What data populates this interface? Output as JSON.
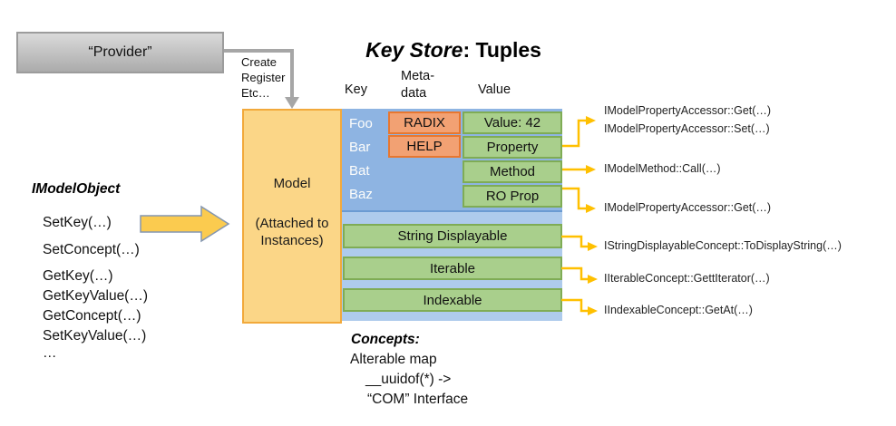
{
  "colors": {
    "provider_fill_top": "#DADADA",
    "provider_fill_bottom": "#ABABAB",
    "provider_border": "#9C9C9C",
    "gray_arrow": "#A6A6A6",
    "model_fill": "#FBD687",
    "model_border": "#F2A93B",
    "key_area_fill": "#8EB4E2",
    "concept_area_fill": "#AECBEC",
    "metadata_fill": "#F2A173",
    "metadata_border": "#E8772F",
    "value_fill": "#A9CF8C",
    "value_border": "#7FAC55",
    "connector_yellow": "#FFC000",
    "block_arrow_fill": "#FBCB4F",
    "block_arrow_border": "#8496B0"
  },
  "provider": {
    "label": "“Provider”"
  },
  "provider_arrow_note": {
    "lines": [
      "Create",
      "Register",
      "Etc…"
    ]
  },
  "title": {
    "italic": "Key Store",
    "rest": ": Tuples"
  },
  "column_headers": {
    "key": "Key",
    "meta_line1": "Meta-",
    "meta_line2": "data",
    "value": "Value"
  },
  "model_box": {
    "title": "Model",
    "subtitle": "(Attached to Instances)"
  },
  "key_store": {
    "keys": [
      "Foo",
      "Bar",
      "Bat",
      "Baz"
    ],
    "metadata": [
      "RADIX",
      "HELP"
    ],
    "values": [
      "Value: 42",
      "Property",
      "Method",
      "RO Prop"
    ],
    "concepts": [
      "String Displayable",
      "Iterable",
      "Indexable"
    ]
  },
  "imodelobject": {
    "title": "IModelObject",
    "methods": [
      "SetKey(…)",
      "SetConcept(…)",
      "GetKey(…)",
      "GetKeyValue(…)",
      "GetConcept(…)",
      "SetKeyValue(…)",
      "…"
    ]
  },
  "interface_labels": {
    "property_get": "IModelPropertyAccessor::Get(…)",
    "property_set": "IModelPropertyAccessor::Set(…)",
    "method_call": "IModelMethod::Call(…)",
    "ro_prop_get": "IModelPropertyAccessor::Get(…)",
    "string_displayable": "IStringDisplayableConcept::ToDisplayString(…)",
    "iterable": "IIterableConcept::GettIterator(…)",
    "indexable": "IIndexableConcept::GetAt(…)"
  },
  "concepts_note": {
    "title": "Concepts:",
    "lines": [
      "Alterable map",
      "__uuidof(*) ->",
      "“COM” Interface"
    ]
  }
}
